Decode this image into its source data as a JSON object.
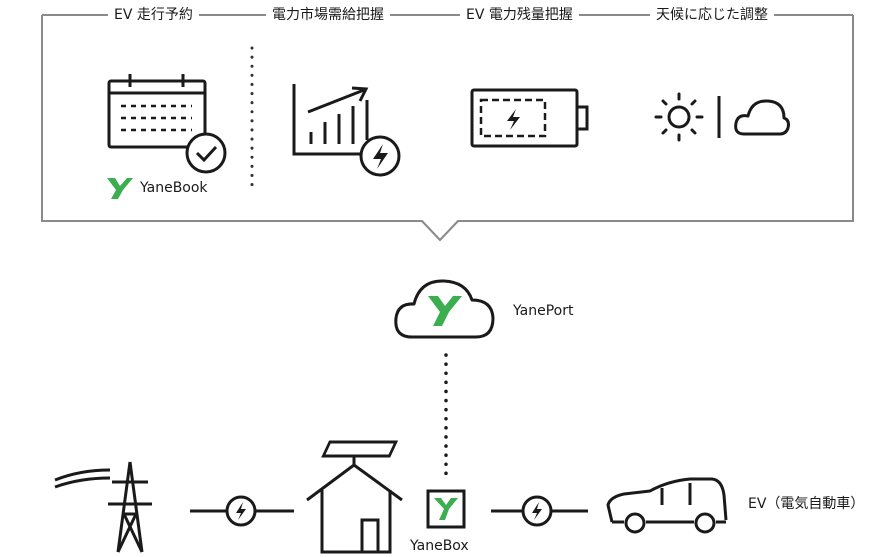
{
  "panel": {
    "headers": [
      "EV 走行予約",
      "電力市場需給把握",
      "EV 電力残量把握",
      "天候に応じた調整"
    ]
  },
  "brand": {
    "accent": "#3dae4f",
    "yanebook_label": "YaneBook",
    "yaneport_label": "YanePort",
    "yanebox_label": "YaneBox"
  },
  "ev_label": "EV（電気自動車）",
  "icons": [
    "calendar-check-icon",
    "market-chart-bolt-icon",
    "battery-bolt-icon",
    "sun-icon",
    "cloud-icon",
    "power-tower-icon",
    "house-solar-icon",
    "ev-car-icon",
    "plug-bolt-icon"
  ]
}
